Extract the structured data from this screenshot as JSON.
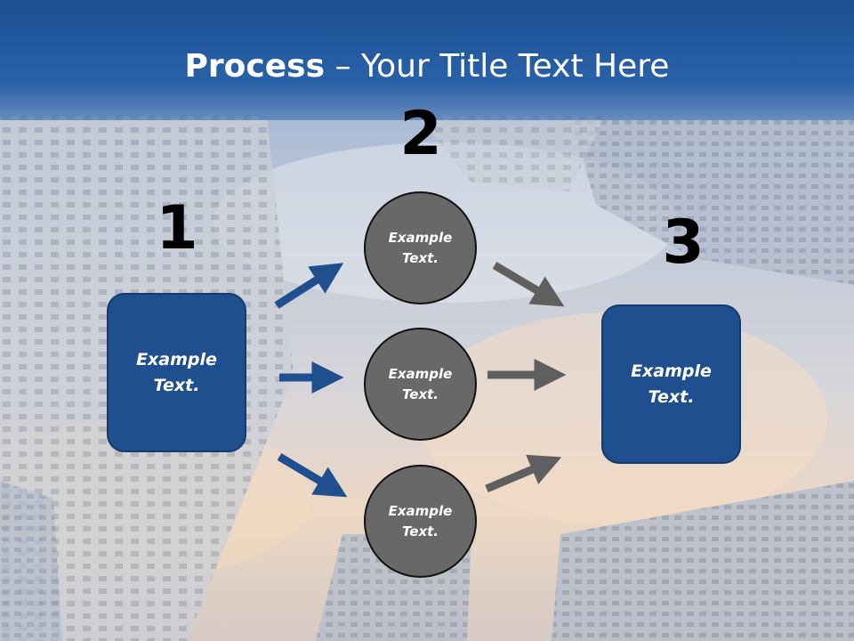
{
  "slide": {
    "title_bold": "Process",
    "title_rest": " – Your Title Text Here"
  },
  "steps": {
    "one": "1",
    "two": "2",
    "three": "3"
  },
  "left_box": "Example\nText.",
  "right_box": "Example\nText.",
  "circles": [
    "Example\nText.",
    "Example\nText.",
    "Example\nText."
  ],
  "colors": {
    "title_bar": "#1f56a0",
    "box_fill": "#1f4f8f",
    "circle_fill": "#686868",
    "blue_arrow": "#1f4f8f",
    "gray_arrow": "#5f5f5f"
  }
}
